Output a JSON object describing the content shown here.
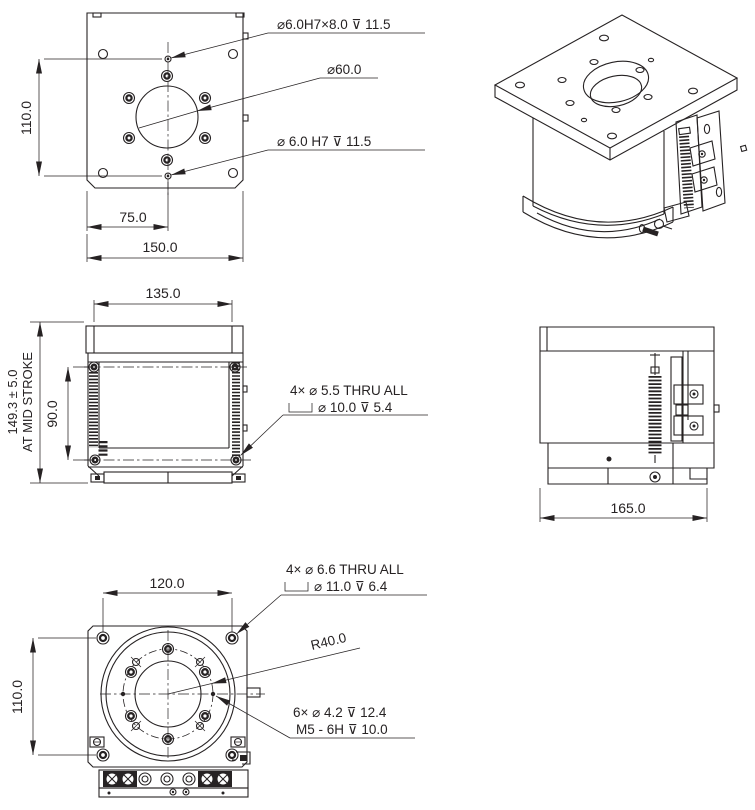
{
  "colors": {
    "line": "#262223",
    "background": "#ffffff"
  },
  "views": {
    "top": {
      "dim_height": "110.0",
      "dim_center_offset": "75.0",
      "dim_width": "150.0",
      "callout_dowel_top": "⌀6.0H7×8.0  ⊽ 11.5",
      "callout_bore": "⌀60.0",
      "callout_dowel_bottom": "⌀ 6.0 H7 ⊽ 11.5"
    },
    "front": {
      "dim_width_top": "135.0",
      "dim_hole_spacing": "90.0",
      "dim_height": "149.3 ± 5.0",
      "dim_height_note": "AT MID STROKE",
      "callout_counterbore_line1": "4× ⌀ 5.5 THRU ALL",
      "callout_counterbore_line2": "⌀ 10.0  ⊽ 5.4"
    },
    "side": {
      "dim_depth": "165.0"
    },
    "bottom": {
      "dim_hole_span": "120.0",
      "dim_hole_span_vert": "110.0",
      "callout_counterbore_line1": "4× ⌀ 6.6 THRU ALL",
      "callout_counterbore_line2": "⌀ 11.0  ⊽ 6.4",
      "callout_radius": "R40.0",
      "callout_tapped_line1": "6× ⌀ 4.2  ⊽ 12.4",
      "callout_tapped_line2": "M5 - 6H  ⊽ 10.0"
    }
  }
}
